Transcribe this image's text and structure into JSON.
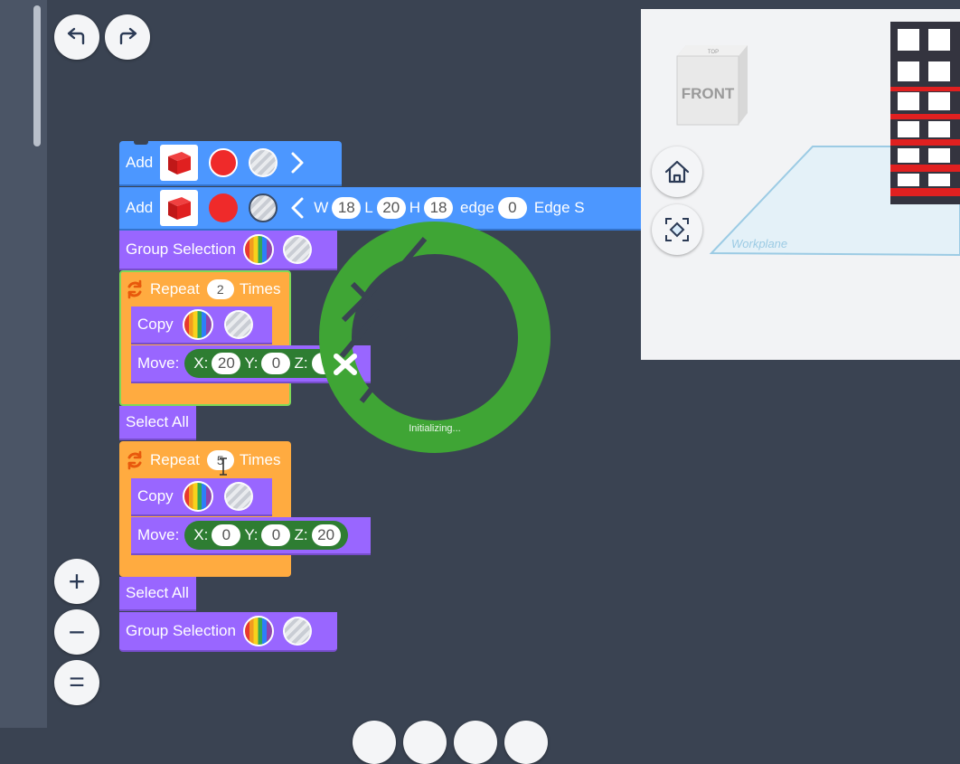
{
  "toolbar": {
    "undo_icon": "undo-arrow-icon",
    "redo_icon": "redo-arrow-icon"
  },
  "zoom": {
    "in_label": "+",
    "out_label": "−",
    "fit_label": "="
  },
  "blocks": {
    "add1": {
      "label": "Add"
    },
    "add2": {
      "label": "Add",
      "w_label": "W",
      "w": "18",
      "l_label": "L",
      "l": "20",
      "h_label": "H",
      "h": "18",
      "edge_label": "edge",
      "edge": "0",
      "edge_s_label": "Edge S"
    },
    "group1": {
      "label": "Group Selection"
    },
    "repeat1": {
      "label": "Repeat",
      "count": "2",
      "times": "Times"
    },
    "copy1": {
      "label": "Copy"
    },
    "move1": {
      "label": "Move:",
      "x_label": "X:",
      "x": "20",
      "y_label": "Y:",
      "y": "0",
      "z_label": "Z:",
      "z": "0"
    },
    "selectall1": {
      "label": "Select All"
    },
    "repeat2": {
      "label": "Repeat",
      "count": "5",
      "times": "Times"
    },
    "copy2": {
      "label": "Copy"
    },
    "move2": {
      "label": "Move:",
      "x_label": "X:",
      "x": "0",
      "y_label": "Y:",
      "y": "0",
      "z_label": "Z:",
      "z": "20"
    },
    "selectall2": {
      "label": "Select All"
    },
    "group2": {
      "label": "Group Selection"
    }
  },
  "loader": {
    "status": "Initializing..."
  },
  "viewport": {
    "viewcube_front": "FRONT",
    "viewcube_top": "TOP",
    "workplane_label": "Workplane"
  },
  "colors": {
    "blue_block": "#4c97ff",
    "purple_block": "#9966ff",
    "orange_block": "#ffab40",
    "green_reporter": "#2e7d32",
    "loader_green": "#3fa535",
    "shape_red": "#e02020"
  }
}
